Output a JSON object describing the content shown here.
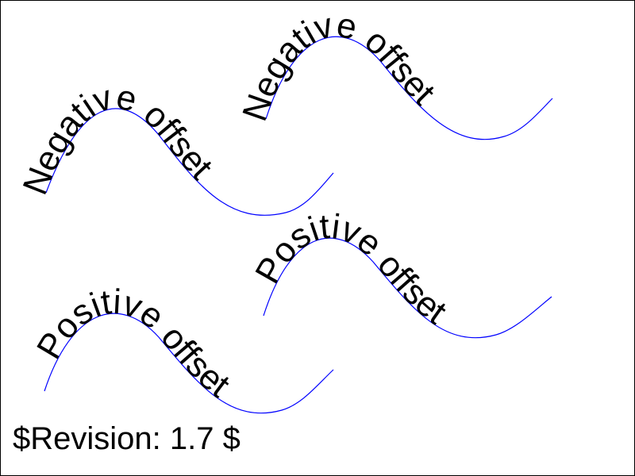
{
  "samples": [
    {
      "id": "neg-1",
      "text": "Negative offset"
    },
    {
      "id": "neg-2",
      "text": "Negative offset"
    },
    {
      "id": "pos-1",
      "text": "Positive offset"
    },
    {
      "id": "pos-2",
      "text": "Positive offset"
    }
  ],
  "footer": {
    "revision": "$Revision: 1.7 $"
  },
  "colors": {
    "path_stroke": "#0000ff",
    "text": "#000000",
    "border": "#000000",
    "background": "#ffffff"
  }
}
